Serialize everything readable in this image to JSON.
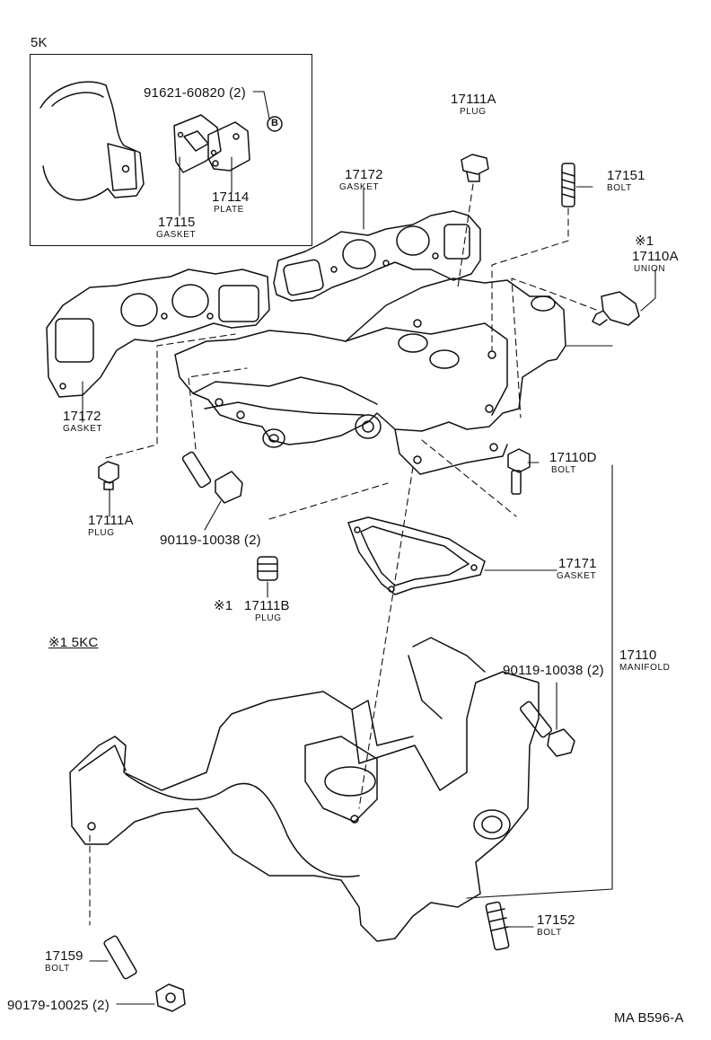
{
  "inset": {
    "model": "5K",
    "bolt_callout": "91621-60820 (2)",
    "bolt_symbol": "B",
    "plate_number": "17114",
    "plate_name": "PLATE",
    "gasket_number": "17115",
    "gasket_name": "GASKET"
  },
  "parts": {
    "plug_top_number": "17111A",
    "plug_top_name": "PLUG",
    "gasket_top_number": "17172",
    "gasket_top_name": "GASKET",
    "bolt_17151_number": "17151",
    "bolt_17151_name": "BOLT",
    "union_mark": "※1",
    "union_number": "17110A",
    "union_name": "UNION",
    "gasket_left_number": "17172",
    "gasket_left_name": "GASKET",
    "bolt_17110d_number": "17110D",
    "bolt_17110d_name": "BOLT",
    "plug_left_number": "17111A",
    "plug_left_name": "PLUG",
    "bolt_mid_callout": "90119-10038 (2)",
    "gasket_17171_number": "17171",
    "gasket_17171_name": "GASKET",
    "plug_b_mark": "※1",
    "plug_b_number": "17111B",
    "plug_b_name": "PLUG",
    "manifold_number": "17110",
    "manifold_name": "MANIFOLD",
    "bolt_right_callout": "90119-10038 (2)",
    "bolt_17152_number": "17152",
    "bolt_17152_name": "BOLT",
    "bolt_17159_number": "17159",
    "bolt_17159_name": "BOLT",
    "nut_callout": "90179-10025 (2)"
  },
  "variant_note": "※1 5KC",
  "diagram_code": "MA B596-A"
}
